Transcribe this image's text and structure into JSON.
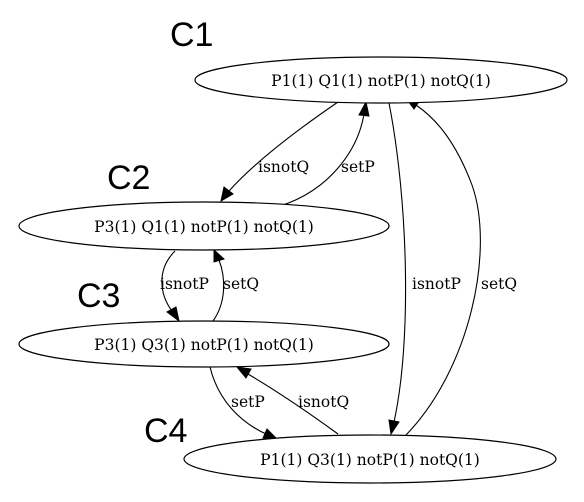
{
  "clusters": [
    {
      "id": "c1",
      "label": "C1"
    },
    {
      "id": "c2",
      "label": "C2"
    },
    {
      "id": "c3",
      "label": "C3"
    },
    {
      "id": "c4",
      "label": "C4"
    }
  ],
  "nodes": [
    {
      "id": "n1",
      "label": "P1(1) Q1(1) notP(1) notQ(1)"
    },
    {
      "id": "n2",
      "label": "P3(1) Q1(1) notP(1) notQ(1)"
    },
    {
      "id": "n3",
      "label": "P3(1) Q3(1) notP(1) notQ(1)"
    },
    {
      "id": "n4",
      "label": "P1(1) Q3(1) notP(1) notQ(1)"
    }
  ],
  "edges": [
    {
      "id": "e1",
      "from": "n1",
      "to": "n2",
      "label": "isnotQ"
    },
    {
      "id": "e2",
      "from": "n2",
      "to": "n1",
      "label": "setP"
    },
    {
      "id": "e3",
      "from": "n2",
      "to": "n3",
      "label": "isnotP"
    },
    {
      "id": "e4",
      "from": "n3",
      "to": "n2",
      "label": "setQ"
    },
    {
      "id": "e5",
      "from": "n3",
      "to": "n4",
      "label": "setP"
    },
    {
      "id": "e6",
      "from": "n4",
      "to": "n3",
      "label": "isnotQ"
    },
    {
      "id": "e7",
      "from": "n1",
      "to": "n4",
      "label": "isnotP"
    },
    {
      "id": "e8",
      "from": "n4",
      "to": "n1",
      "label": "setQ"
    }
  ]
}
